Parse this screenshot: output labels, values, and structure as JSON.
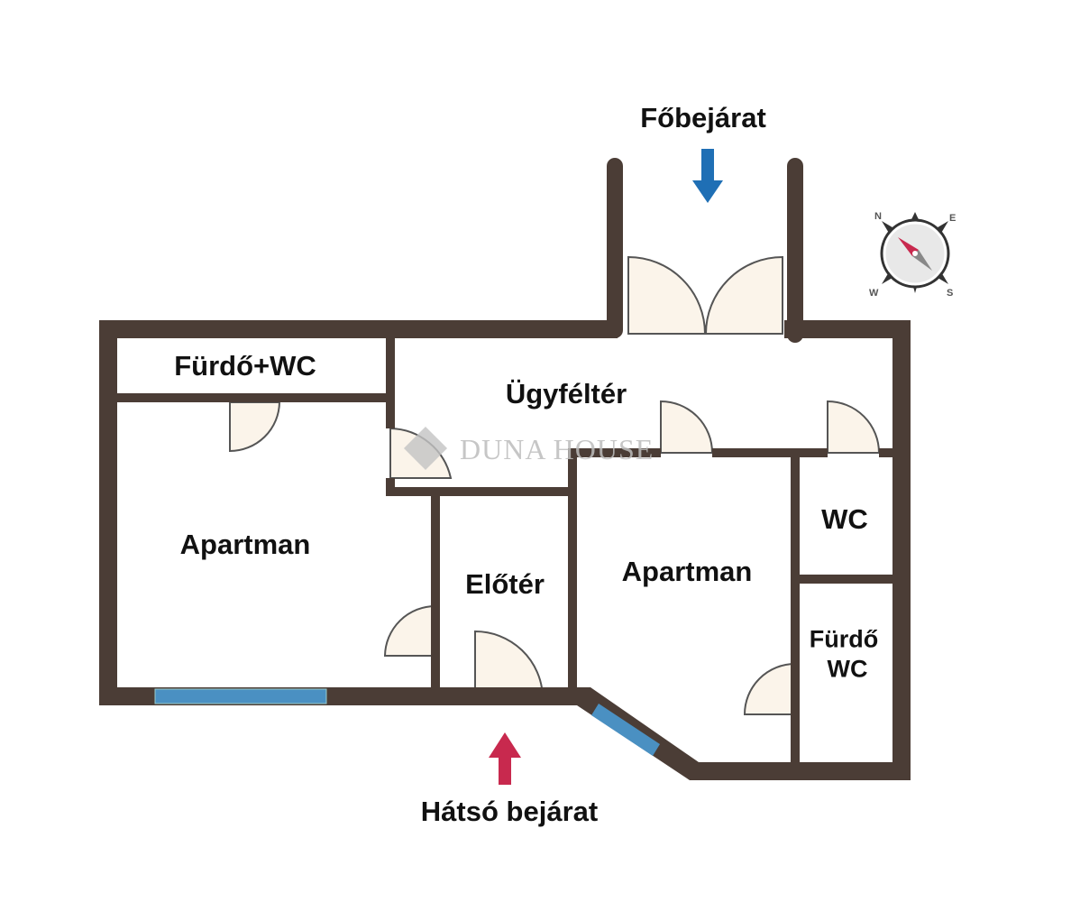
{
  "labels": {
    "main_entrance": "Főbejárat",
    "back_entrance": "Hátsó bejárat",
    "bath_wc": "Fürdő+WC",
    "client_area": "Ügyféltér",
    "apartment_left": "Apartman",
    "apartment_right": "Apartman",
    "hall": "Előtér",
    "wc": "WC",
    "bath_wc_small_1": "Fürdő",
    "bath_wc_small_2": "WC"
  },
  "watermark": "DUNA HOUSE",
  "compass": {
    "n": "N",
    "e": "E",
    "s": "S",
    "w": "W"
  },
  "colors": {
    "wall": "#4b3d36",
    "window": "#4a90c2",
    "door_fill": "#fbf4ea",
    "arrow_in": "#1f6fb5",
    "arrow_back": "#c8294e"
  }
}
